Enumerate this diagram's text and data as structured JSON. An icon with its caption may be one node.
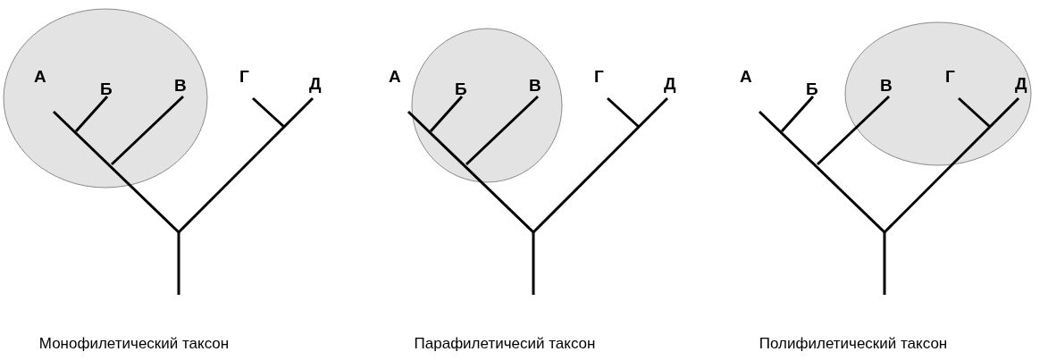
{
  "diagram": {
    "labels": [
      "А",
      "Б",
      "В",
      "Г",
      "Д",
      "А",
      "Б",
      "В",
      "Г",
      "Д",
      "А",
      "Б",
      "В",
      "Г",
      "Д",
      "Монофилетический таксон",
      "Парафилетичесий таксон",
      "Полифилетический таксон"
    ]
  }
}
